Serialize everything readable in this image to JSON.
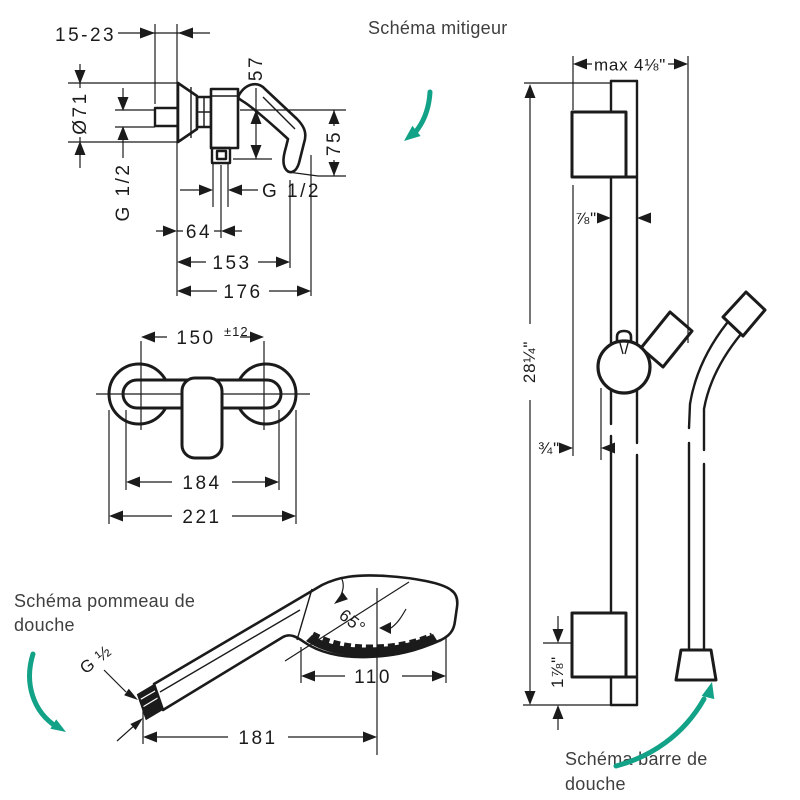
{
  "colors": {
    "ink": "#1b1b1b",
    "label": "#3f3f3f",
    "accent": "#12A287",
    "paper": "#ffffff"
  },
  "annotations": {
    "mixer": "Schéma mitigeur",
    "handshower_line1": "Schéma pommeau de",
    "handshower_line2": "douche",
    "bar_line1": "Schéma barre de",
    "bar_line2": "douche"
  },
  "mixer_side": {
    "depth_range": "15-23",
    "escutcheon_diameter": "Ø71",
    "body_height": "57",
    "lever_height": "75",
    "inlet_thread": "G 1/2",
    "outlet_thread": "G 1/2",
    "outlet_offset": "64",
    "projection_body": "153",
    "projection_total": "176"
  },
  "mixer_front": {
    "center_distance": "150",
    "center_tolerance": "±12",
    "body_width": "184",
    "total_width": "221"
  },
  "handshower": {
    "thread": "G ½",
    "spray_angle": "65°",
    "head_diameter": "110",
    "total_length": "181"
  },
  "shower_bar": {
    "max_projection": "max 4⅛\"",
    "bar_diameter": "⅞\"",
    "bar_length": "28¼\"",
    "wall_clearance": "¾\"",
    "bottom_mount_offset": "1⅞\""
  }
}
